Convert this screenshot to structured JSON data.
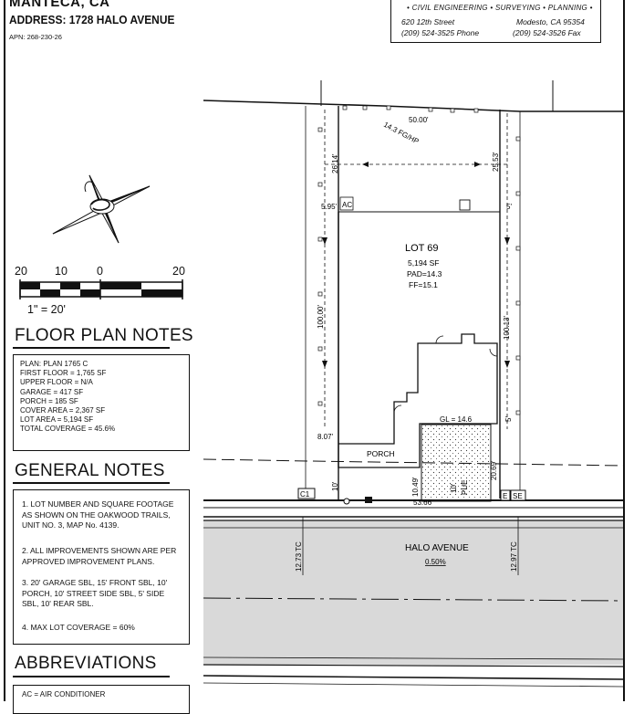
{
  "header": {
    "city": "MANTECA, CA",
    "address": "ADDRESS: 1728 HALO AVENUE",
    "apn": "APN: 268-230-26"
  },
  "title_block": {
    "services": "• CIVIL ENGINEERING • SURVEYING • PLANNING •",
    "street": "620 12th Street",
    "city_state": "Modesto, CA 95354",
    "phone": "(209) 524-3525 Phone",
    "fax": "(209) 524-3526 Fax"
  },
  "scale_bar": {
    "ticks": [
      "20",
      "10",
      "0",
      "20"
    ],
    "label": "1\" = 20'"
  },
  "floor_plan_notes": {
    "title": "FLOOR PLAN NOTES",
    "lines": [
      "PLAN: PLAN 1765 C",
      "FIRST FLOOR = 1,765 SF",
      "UPPER FLOOR = N/A",
      "GARAGE = 417 SF",
      "PORCH = 185 SF",
      "COVER AREA = 2,367 SF",
      "LOT AREA = 5,194 SF",
      "TOTAL COVERAGE = 45.6%"
    ]
  },
  "general_notes": {
    "title": "GENERAL NOTES",
    "items": [
      "1.  LOT NUMBER AND SQUARE FOOTAGE AS SHOWN ON THE OAKWOOD TRAILS, UNIT NO. 3, MAP No. 4139.",
      "2.  ALL IMPROVEMENTS SHOWN ARE PER APPROVED IMPROVEMENT PLANS.",
      "3.  20' GARAGE SBL, 15' FRONT SBL, 10' PORCH, 10' STREET SIDE SBL, 5' SIDE SBL, 10' REAR SBL.",
      "4.  MAX LOT COVERAGE = 60%"
    ]
  },
  "abbreviations": {
    "title": "ABBREVIATIONS",
    "items": [
      "AC = AIR CONDITIONER"
    ]
  },
  "site_plan": {
    "lot_title": "LOT 69",
    "lot_area": "5,194 SF",
    "pad": "PAD=14.3",
    "ff": "FF=15.1",
    "rear_width": "50.00'",
    "left_depth": "100.00'",
    "right_depth": "100.13'",
    "front_width": "53.66'",
    "rear_setback_left": "26.14'",
    "rear_setback_right": "25.53'",
    "side_left": "5.95'",
    "side_right": "5'",
    "drain": "14.3 FG/HP",
    "ac_label": "AC",
    "porch_label": "PORCH",
    "porch_setback": "8.07'",
    "front_left": "10'",
    "garage_grade": "GL = 14.6",
    "side_right_2": "5'",
    "driveway_dim": "20.69'",
    "pue_width": "10'",
    "pue_label": "PUE",
    "drive_setback": "10.49'",
    "corner_left": "C1",
    "corner_right_e": "E",
    "corner_right_n": "SE",
    "street_name": "HALO AVENUE",
    "street_slope": "0.50%",
    "tc_left": "12.73 TC",
    "tc_right": "12.97 TC"
  }
}
